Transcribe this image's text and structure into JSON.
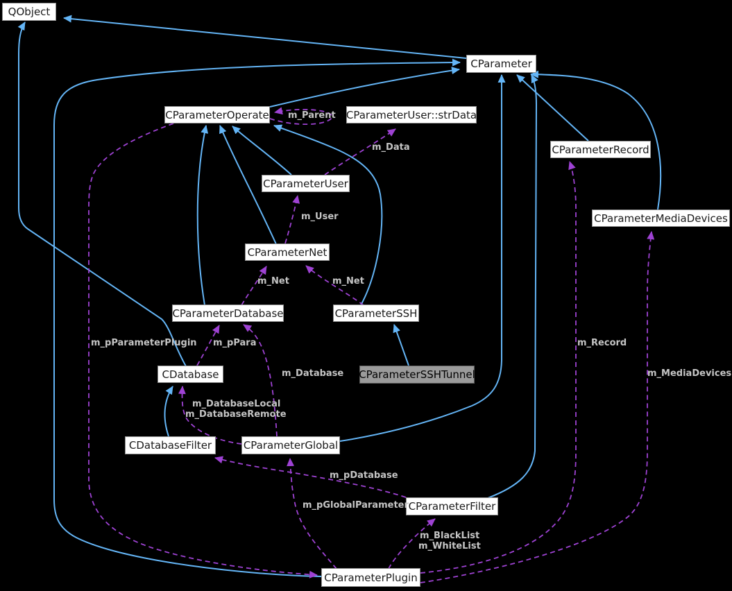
{
  "diagram": {
    "kind": "collaboration-graph",
    "highlighted_node": "CParameterSSHTunnel",
    "colors": {
      "background": "#000000",
      "inheritance_edge": "#64b5f6",
      "usage_edge": "#9e42d3",
      "edge_label_text": "#c5c5c5",
      "node_fill": "#ffffff",
      "node_border": "#8f8f8f",
      "node_text": "#1a1a1a",
      "highlight_fill": "#9b9b9b",
      "highlight_border": "#5a5a5a"
    },
    "nodes": {
      "qobject": {
        "label": "QObject"
      },
      "cparameter": {
        "label": "CParameter"
      },
      "cparameteroperate": {
        "label": "CParameterOperate"
      },
      "strdata": {
        "label": "CParameterUser::strData"
      },
      "cparameterrecord": {
        "label": "CParameterRecord"
      },
      "cparameteruser": {
        "label": "CParameterUser"
      },
      "cparametermediadevices": {
        "label": "CParameterMediaDevices"
      },
      "cparameternet": {
        "label": "CParameterNet"
      },
      "cparameterdatabase": {
        "label": "CParameterDatabase"
      },
      "cparameterssh": {
        "label": "CParameterSSH"
      },
      "cdatabase": {
        "label": "CDatabase"
      },
      "cparametersshtunnel": {
        "label": "CParameterSSHTunnel"
      },
      "cdatabasefilter": {
        "label": "CDatabaseFilter"
      },
      "cparameterglobal": {
        "label": "CParameterGlobal"
      },
      "cparameterfilter": {
        "label": "CParameterFilter"
      },
      "cparameterplugin": {
        "label": "CParameterPlugin"
      }
    },
    "edge_labels": {
      "m_Parent": "m_Parent",
      "m_Data": "m_Data",
      "m_User": "m_User",
      "m_Net": "m_Net",
      "m_pParameterPlugin": "m_pParameterPlugin",
      "m_pPara": "m_pPara",
      "m_Database": "m_Database",
      "m_Record": "m_Record",
      "m_MediaDevices": "m_MediaDevices",
      "m_DatabaseLocal": "m_DatabaseLocal",
      "m_DatabaseRemote": "m_DatabaseRemote",
      "m_pDatabase": "m_pDatabase",
      "m_pGlobalParameter": "m_pGlobalParameter",
      "m_BlackList": "m_BlackList",
      "m_WhiteList": "m_WhiteList"
    },
    "relationships": {
      "inheritance": [
        {
          "derived": "CParameter",
          "base": "QObject"
        },
        {
          "derived": "CDatabase",
          "base": "QObject"
        },
        {
          "derived": "CParameterOperate",
          "base": "CParameter"
        },
        {
          "derived": "CParameterPlugin",
          "base": "CParameter"
        },
        {
          "derived": "CParameterGlobal",
          "base": "CParameter"
        },
        {
          "derived": "CParameterFilter",
          "base": "CParameter"
        },
        {
          "derived": "CParameterRecord",
          "base": "CParameter"
        },
        {
          "derived": "CParameterMediaDevices",
          "base": "CParameter"
        },
        {
          "derived": "CParameterUser",
          "base": "CParameterOperate"
        },
        {
          "derived": "CParameterNet",
          "base": "CParameterOperate"
        },
        {
          "derived": "CParameterDatabase",
          "base": "CParameterOperate"
        },
        {
          "derived": "CParameterSSH",
          "base": "CParameterOperate"
        },
        {
          "derived": "CParameterSSHTunnel",
          "base": "CParameterSSH"
        },
        {
          "derived": "CDatabaseFilter",
          "base": "CDatabase"
        }
      ],
      "usage": [
        {
          "from": "CParameterOperate",
          "to": "CParameterOperate",
          "label": "m_Parent"
        },
        {
          "from": "CParameterUser",
          "to": "CParameterUser::strData",
          "label": "m_Data"
        },
        {
          "from": "CParameterNet",
          "to": "CParameterUser",
          "label": "m_User"
        },
        {
          "from": "CParameterDatabase",
          "to": "CParameterNet",
          "label": "m_Net"
        },
        {
          "from": "CParameterSSH",
          "to": "CParameterNet",
          "label": "m_Net"
        },
        {
          "from": "CDatabase",
          "to": "CParameterDatabase",
          "label": "m_pPara"
        },
        {
          "from": "CParameterGlobal",
          "to": "CParameterDatabase",
          "label": "m_Database"
        },
        {
          "from": "CParameterOperate",
          "to": "CParameterPlugin",
          "label": "m_pParameterPlugin"
        },
        {
          "from": "CParameterGlobal",
          "to": "CDatabase",
          "label": "m_DatabaseLocal / m_DatabaseRemote"
        },
        {
          "from": "CParameterPlugin",
          "to": "CParameterGlobal",
          "label": "m_pGlobalParameter"
        },
        {
          "from": "CParameterFilter",
          "to": "CDatabaseFilter",
          "label": "m_pDatabase"
        },
        {
          "from": "CParameterPlugin",
          "to": "CParameterFilter",
          "label": "m_BlackList / m_WhiteList"
        },
        {
          "from": "CParameterPlugin",
          "to": "CParameterRecord",
          "label": "m_Record"
        },
        {
          "from": "CParameterPlugin",
          "to": "CParameterMediaDevices",
          "label": "m_MediaDevices"
        }
      ]
    }
  }
}
